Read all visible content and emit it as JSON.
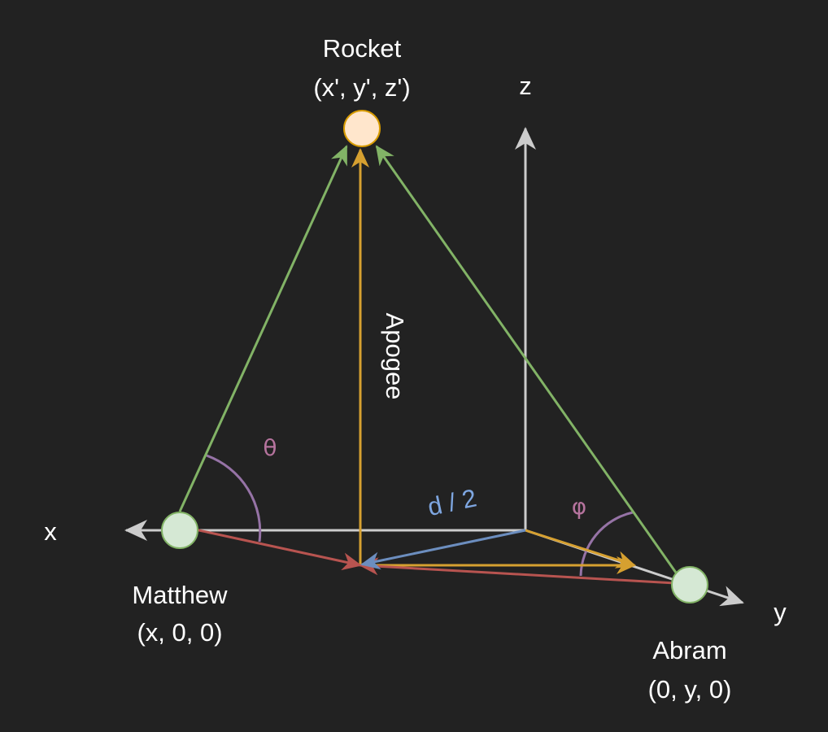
{
  "rocket": {
    "name": "Rocket",
    "coords": "(x', y', z')"
  },
  "matthew": {
    "name": "Matthew",
    "coords": "(x, 0, 0)"
  },
  "abram": {
    "name": "Abram",
    "coords": "(0, y, 0)"
  },
  "axes": {
    "x": "x",
    "y": "y",
    "z": "z"
  },
  "labels": {
    "apogee": "Apogee",
    "half_distance": "d / 2",
    "theta": "θ",
    "phi": "φ"
  },
  "colors": {
    "background": "#222222",
    "axis": "#cccccc",
    "green": "#82b366",
    "gold": "#d6a030",
    "red": "#b85450",
    "blue": "#6c8ebf",
    "purple": "#9673a6",
    "rocket_fill": "#ffe6cc",
    "observer_fill": "#d5e8d4"
  }
}
